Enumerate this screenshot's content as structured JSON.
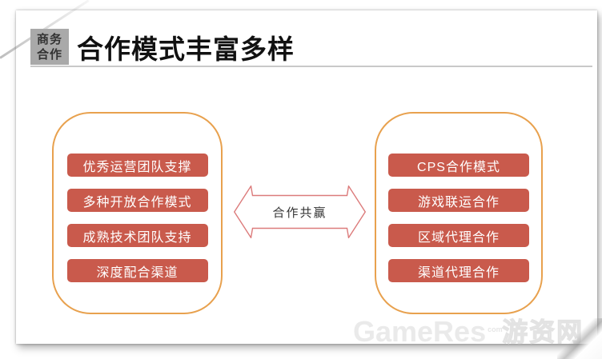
{
  "slide": {
    "tag_line1": "商务",
    "tag_line2": "合作",
    "title": "合作模式丰富多样"
  },
  "left_panel": {
    "items": [
      "优秀运营团队支撑",
      "多种开放合作模式",
      "成熟技术团队支持",
      "深度配合渠道"
    ]
  },
  "right_panel": {
    "items": [
      "CPS合作模式",
      "游戏联运合作",
      "区域代理合作",
      "渠道代理合作"
    ]
  },
  "center": {
    "label": "合作共赢"
  },
  "watermark": {
    "latin": "GameRes",
    "small": "com",
    "cn": "游资网"
  },
  "colors": {
    "panel_border": "#E8A14E",
    "item_bg": "#C95A4C",
    "item_text": "#FFFFFF",
    "arrow_border": "#DC7B7B",
    "tag_bg": "#A9A9A9",
    "divider": "#C9C9C9",
    "title_text": "#111111",
    "watermark_gray": "#EAEAEA"
  }
}
